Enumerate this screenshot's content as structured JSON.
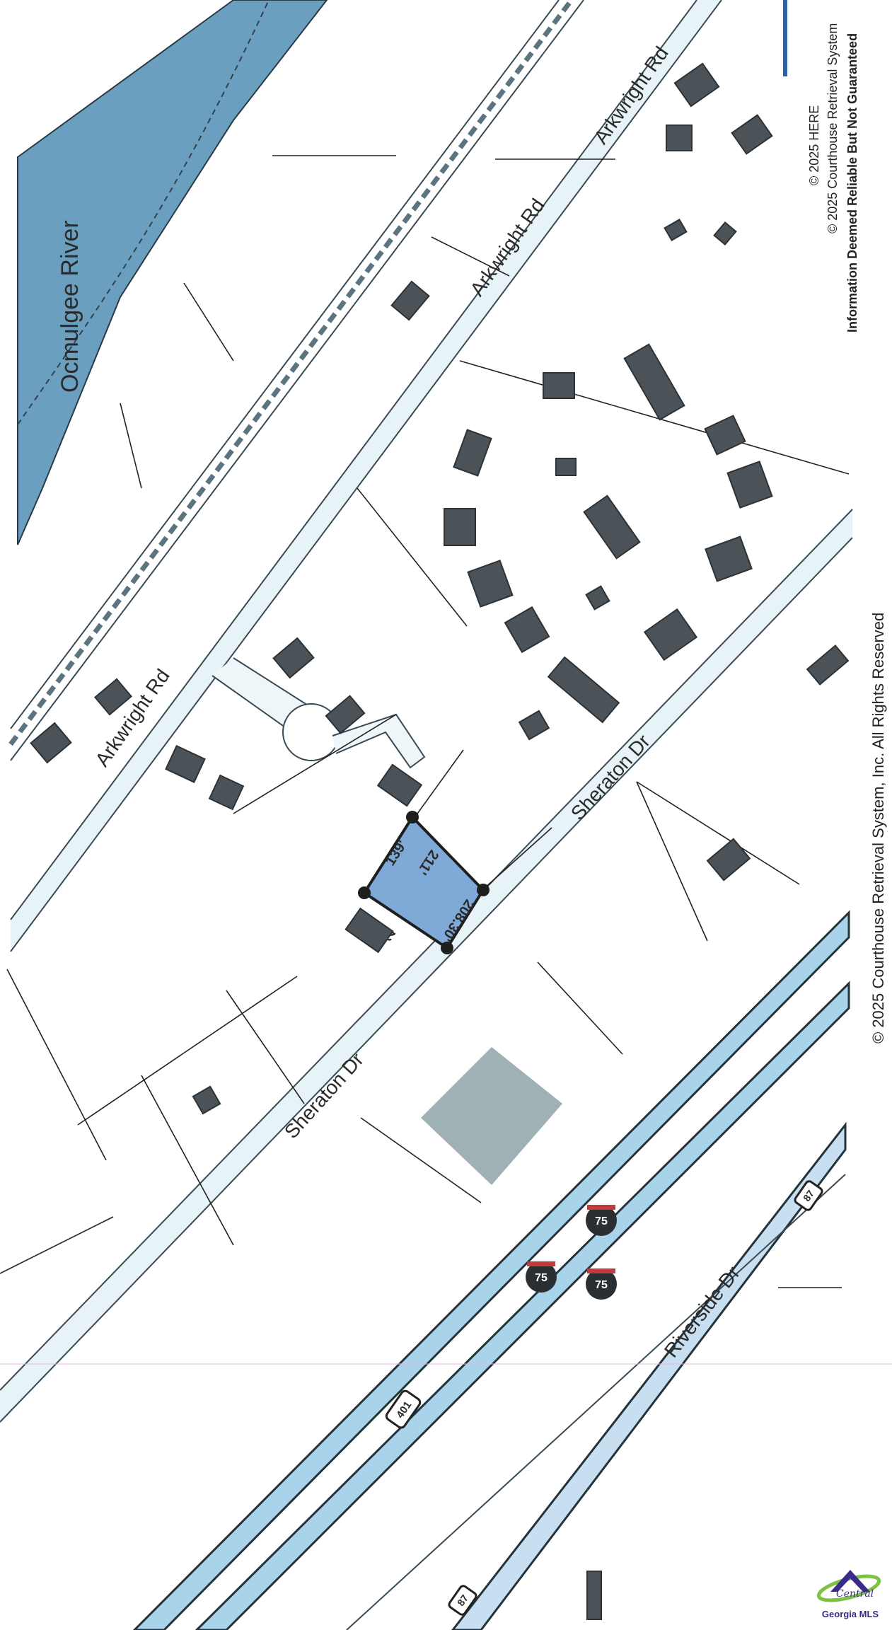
{
  "map": {
    "water_label": "Ocmulgee River",
    "roads": {
      "arkwright": "Arkwright Rd",
      "sheraton": "Sheraton Dr",
      "riverside": "Riverside Dr"
    },
    "shields": {
      "interstate": "75",
      "us_route": "401",
      "state_route": "87"
    },
    "parcel_dimensions": {
      "top": "139'",
      "right": "211'",
      "bottom": "208.30'",
      "left": "240'"
    },
    "colors": {
      "water": "#6a9fc0",
      "highway": "#a9d3ea",
      "parcel": "#7fa9d6",
      "building": "#4b5358"
    }
  },
  "attribution": {
    "here": "© 2025 HERE",
    "crs_top": "© 2025 Courthouse Retrieval System",
    "disclaimer": "Information Deemed Reliable But Not Guaranteed",
    "crs_bottom": "© 2025 Courthouse Retrieval System, Inc. All Rights Reserved"
  },
  "logo": {
    "script": "Central",
    "name": "Georgia MLS"
  }
}
